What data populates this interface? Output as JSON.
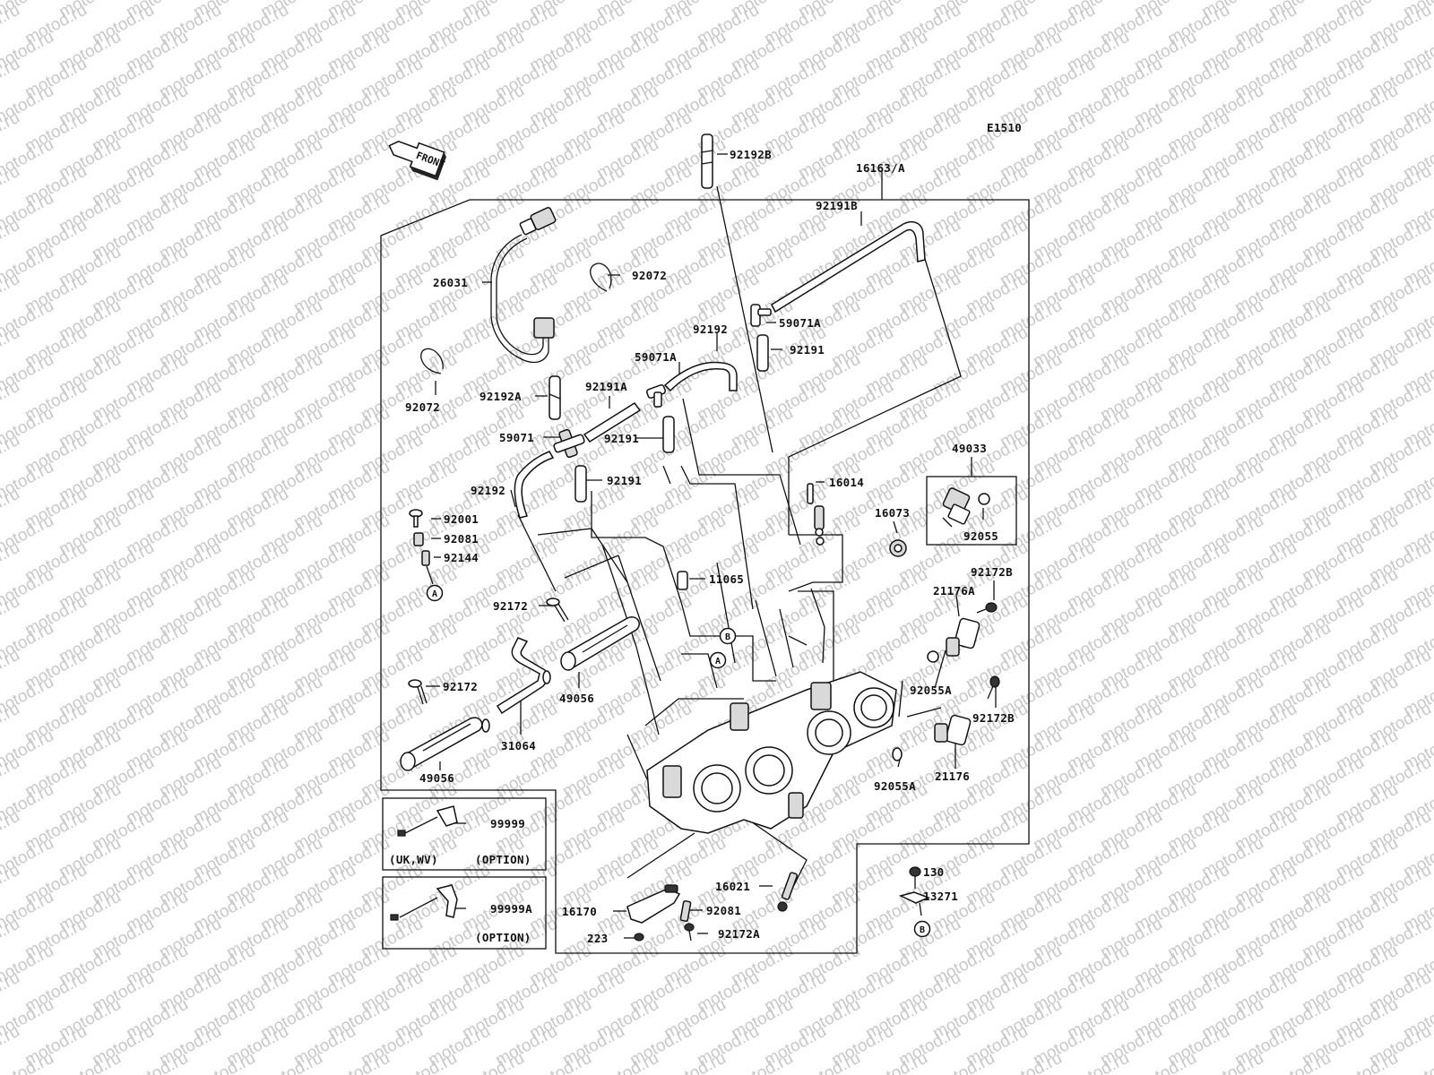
{
  "watermark": "motod.ru",
  "diagram_code": "E1510",
  "front_label": "FRONT",
  "callouts": {
    "c16163A": "16163/A",
    "c92192B": "92192B",
    "c92191B": "92191B",
    "c26031": "26031",
    "c92072_top": "92072",
    "c59071A_top": "59071A",
    "c92191_top": "92191",
    "c92192_mid": "92192",
    "c59071A_mid": "59071A",
    "c92072_left": "92072",
    "c92192A": "92192A",
    "c92191A": "92191A",
    "c59071": "59071",
    "c92191_mid": "92191",
    "c92192_low": "92192",
    "c92191_low": "92191",
    "c16014": "16014",
    "c49033": "49033",
    "c16073": "16073",
    "c92055": "92055",
    "c92001": "92001",
    "c92081_left": "92081",
    "c92144": "92144",
    "c11065": "11065",
    "c92172B_top": "92172B",
    "c21176A": "21176A",
    "c92172_mid": "92172",
    "c92055A_top": "92055A",
    "c92172_left": "92172",
    "c49056_mid": "49056",
    "c92172B_low": "92172B",
    "c31064": "31064",
    "c92055A_low": "92055A",
    "c21176": "21176",
    "c49056_low": "49056",
    "c99999": "99999",
    "c130": "130",
    "c16021": "16021",
    "c13271": "13271",
    "c16170": "16170",
    "c92081_low": "92081",
    "c99999A": "99999A",
    "c223": "223",
    "c92172A": "92172A"
  },
  "refs": {
    "a1": "A",
    "a2": "A",
    "b1": "B",
    "b2": "B"
  },
  "option_boxes": [
    {
      "region": "(UK,WV)",
      "option": "(OPTION)"
    },
    {
      "option": "(OPTION)"
    }
  ]
}
